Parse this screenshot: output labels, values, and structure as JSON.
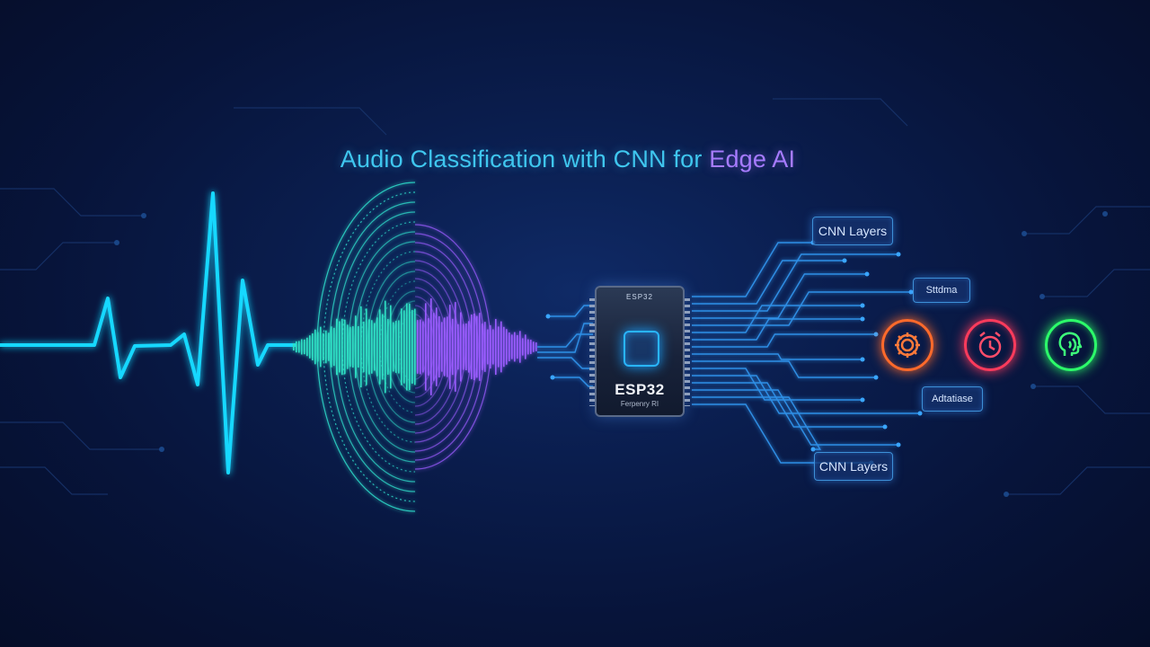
{
  "title": {
    "main": "Audio Classification with CNN for Edge AI",
    "accent_word": "Edge AI"
  },
  "chip": {
    "name": "ESP32",
    "top_label": "ESP32",
    "sub_label": "Ferpenry RI"
  },
  "tags": {
    "cnn_layers_top": "CNN Layers",
    "tag_upper": "Sttdma",
    "tag_lower": "Adtatiase",
    "cnn_layers_bottom": "CNN Layers"
  },
  "icons": [
    {
      "name": "gear-icon",
      "color": "#ff6a2b"
    },
    {
      "name": "alarm-clock-icon",
      "color": "#ff3b5c"
    },
    {
      "name": "head-sound-icon",
      "color": "#2cff6a"
    }
  ],
  "colors": {
    "waveform": "#19d8ff",
    "spectrum_left": "#31e1c9",
    "spectrum_right": "#9b5cff",
    "circuit": "#2f8fe6"
  }
}
